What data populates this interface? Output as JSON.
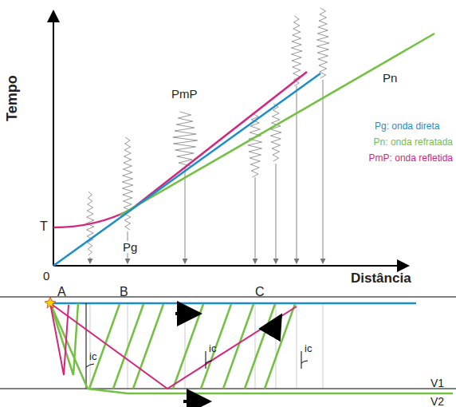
{
  "diagram": {
    "labels": [
      "Tempo",
      "Distância",
      "0",
      "T",
      "Pg",
      "PmP",
      "Pn",
      "A",
      "B",
      "C",
      "ic",
      "ic",
      "ic",
      "V1",
      "V2"
    ],
    "legend": [
      {
        "text": "Pg: onda direta",
        "color": "#1b8ccc"
      },
      {
        "text": "Pn: onda refratada",
        "color": "#74c043"
      },
      {
        "text": "PmP: onda refletida",
        "color": "#d4267c"
      }
    ]
  }
}
